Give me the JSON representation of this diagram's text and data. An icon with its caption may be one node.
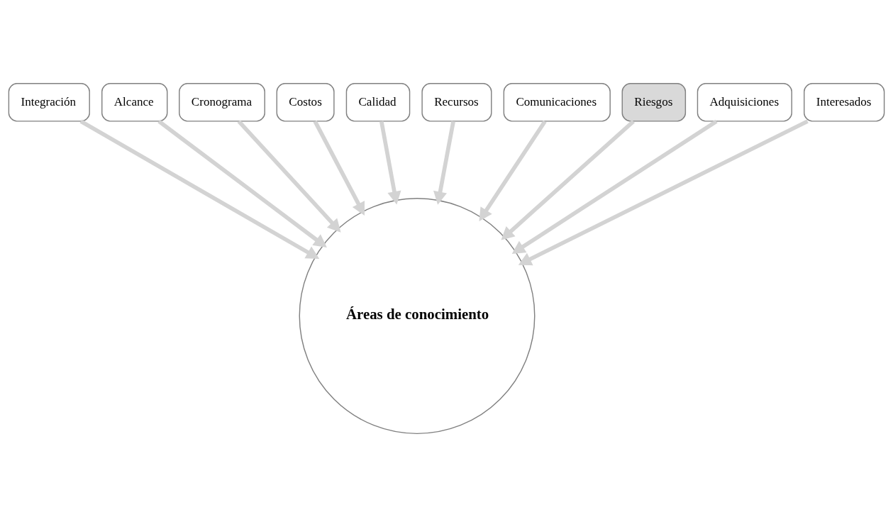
{
  "diagram": {
    "nodes": [
      {
        "text": [
          "Integración"
        ]
      },
      {
        "text": [
          "Alcance"
        ]
      },
      {
        "text": [
          "Cronograma"
        ]
      },
      {
        "text": [
          "Costos"
        ]
      },
      {
        "text": [
          "Calidad"
        ]
      },
      {
        "text": [
          "Recursos"
        ]
      },
      {
        "text": [
          "Comunicaciones"
        ]
      },
      {
        "text": [
          "Riesgos"
        ]
      },
      {
        "text": [
          "Adquisiciones"
        ]
      },
      {
        "text": [
          "Interesados"
        ]
      },
      {
        "text": [
          "Áreas de conocimiento"
        ]
      }
    ],
    "edges": [
      {
        "from": 0,
        "to": 10,
        "arrow": "to"
      },
      {
        "from": 1,
        "to": 10,
        "arrow": "to"
      },
      {
        "from": 2,
        "to": 10,
        "arrow": "to"
      },
      {
        "from": 3,
        "to": 10,
        "arrow": "to"
      },
      {
        "from": 4,
        "to": 10,
        "arrow": "to"
      },
      {
        "from": 5,
        "to": 10,
        "arrow": "to"
      },
      {
        "from": 6,
        "to": 10,
        "arrow": "to"
      },
      {
        "from": 7,
        "to": 10,
        "arrow": "to"
      },
      {
        "from": 8,
        "to": 10,
        "arrow": "to"
      },
      {
        "from": 9,
        "to": 10,
        "arrow": "to"
      }
    ]
  }
}
